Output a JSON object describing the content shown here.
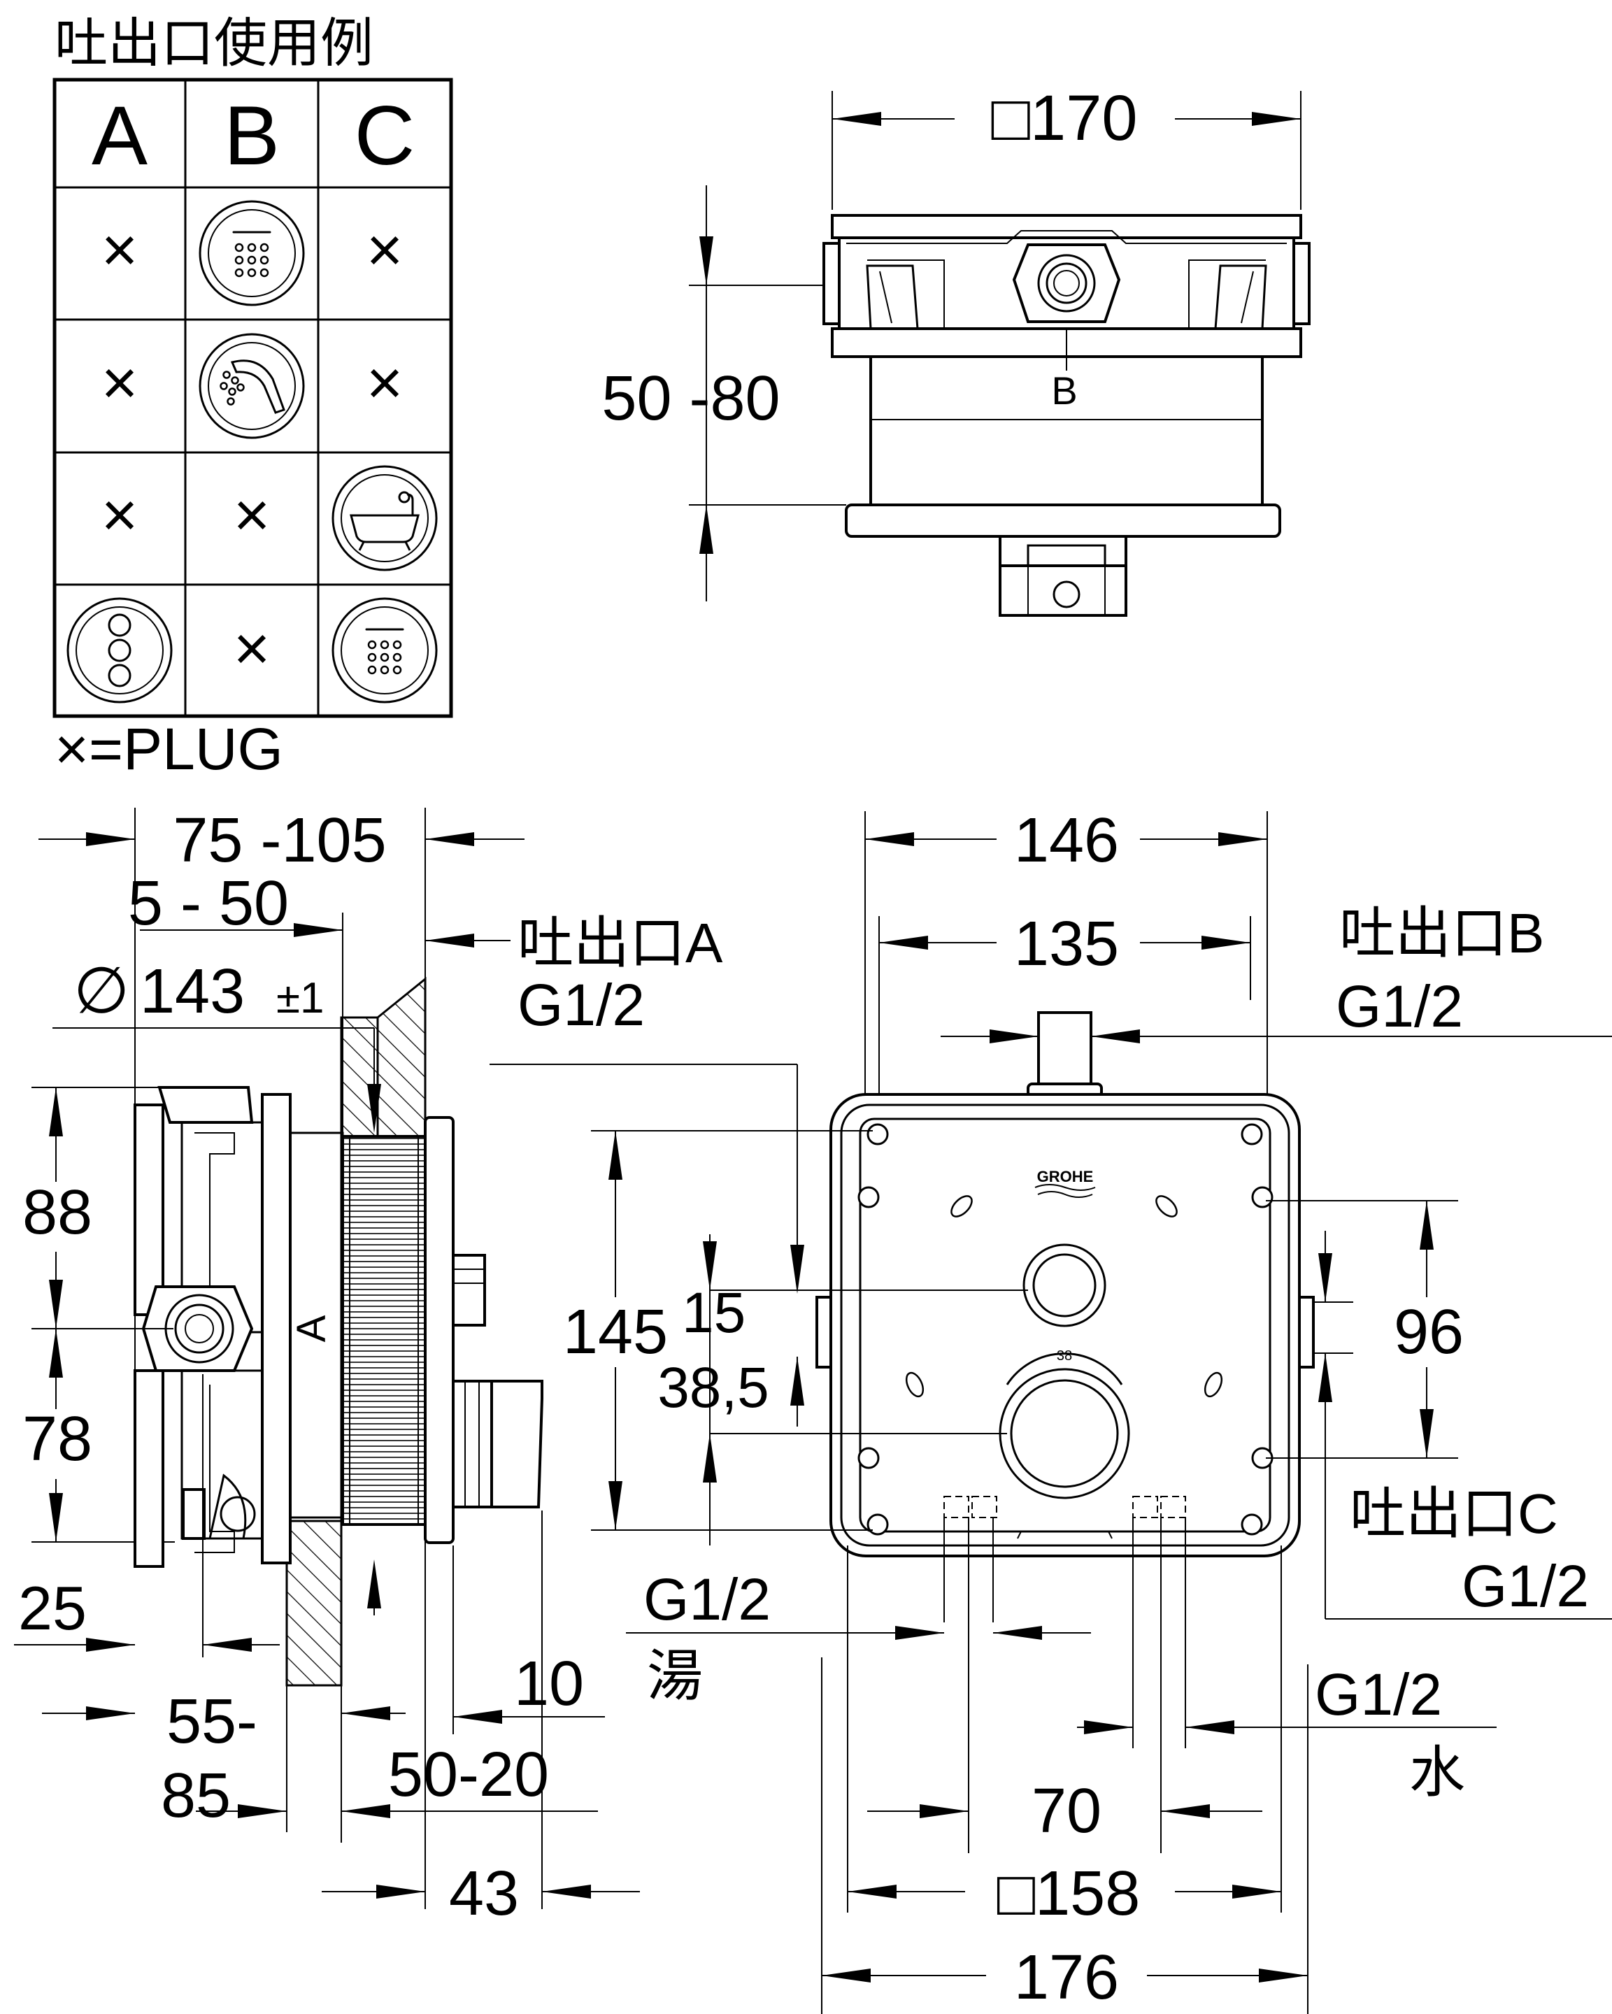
{
  "legend": {
    "title": "吐出口使用例",
    "columns": [
      "A",
      "B",
      "C"
    ],
    "rows": [
      [
        "plug",
        "head-shower-icon",
        "plug"
      ],
      [
        "plug",
        "hand-shower-icon",
        "plug"
      ],
      [
        "plug",
        "plug",
        "bathtub-icon"
      ],
      [
        "body-jets-icon",
        "plug",
        "head-shower-icon"
      ]
    ],
    "plug_mark": "×",
    "footnote": "×=PLUG"
  },
  "top_view": {
    "width_label": "□170",
    "height_label": "50 -80",
    "outlet_letter": "B"
  },
  "side_view": {
    "dim_total_depth": "75 -105",
    "dim_depth_range": "5 - 50",
    "dim_diameter_symbol": "∅",
    "dim_diameter": "143",
    "dim_diameter_tol": "±1",
    "dim_upper": "88",
    "dim_lower": "78",
    "dim_bottom": "25",
    "dim_wall_a": "55-",
    "dim_wall_b": "85",
    "dim_plate": "10",
    "dim_tile": "50-20",
    "dim_protrusion": "43",
    "outlet_letter": "A",
    "outlet_a_label": "吐出口A",
    "outlet_a_thread": "G1/2"
  },
  "front_view": {
    "dim_outer_width": "146",
    "dim_inner_width": "135",
    "dim_height": "145",
    "dim_small": "15",
    "dim_center": "38,5",
    "dim_outlet_spacing": "96",
    "dim_inlet_spacing": "70",
    "dim_plate": "□158",
    "dim_total": "176",
    "outlet_b_label": "吐出口B",
    "outlet_b_thread": "G1/2",
    "outlet_c_label": "吐出口C",
    "outlet_c_thread": "G1/2",
    "hot_thread": "G1/2",
    "hot_label": "湯",
    "cold_thread": "G1/2",
    "cold_label": "水",
    "brand": "GROHE",
    "dial_number": "38"
  }
}
